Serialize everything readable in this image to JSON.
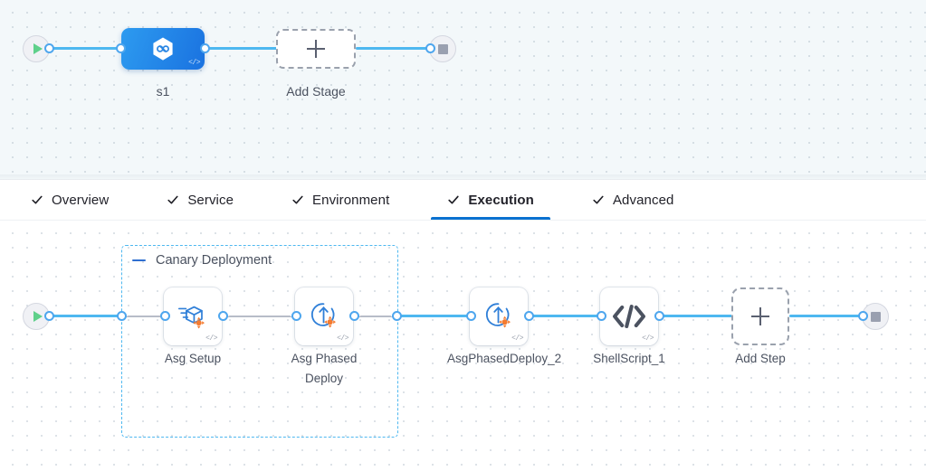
{
  "colors": {
    "accent_blue": "#0a71d0",
    "link_blue": "#4eb8f0",
    "port_blue": "#4ea6ee",
    "group_border": "#4eb8f0",
    "stage_gradient_from": "#2d9bf0",
    "stage_gradient_to": "#1a72e0",
    "icon_orange": "#f47b30",
    "icon_blue": "#2f7fd8",
    "code_icon_gray": "#5a6070",
    "start_play_green": "#5fd08a",
    "end_stop_gray": "#9aa0b0",
    "canvas_top_bg": "#f3f8fa",
    "canvas_bottom_bg": "#ffffff",
    "label_text": "#4b5260"
  },
  "stage_canvas": {
    "start_node": {
      "icon": "play-icon",
      "label": ""
    },
    "stage": {
      "label": "s1",
      "icon": "harness-hexagon-icon",
      "badge": "</>"
    },
    "add_stage": {
      "label": "Add Stage",
      "icon": "plus-icon"
    },
    "end_node": {
      "icon": "stop-square-icon"
    }
  },
  "tabs": {
    "items": [
      {
        "label": "Overview",
        "checked": true,
        "active": false
      },
      {
        "label": "Service",
        "checked": true,
        "active": false
      },
      {
        "label": "Environment",
        "checked": true,
        "active": false
      },
      {
        "label": "Execution",
        "checked": true,
        "active": true
      },
      {
        "label": "Advanced",
        "checked": true,
        "active": false
      }
    ]
  },
  "execution_canvas": {
    "start_node": {
      "icon": "play-icon"
    },
    "group": {
      "title": "Canary Deployment",
      "collapse_icon": "minus-icon"
    },
    "steps": [
      {
        "label": "Asg Setup",
        "icon": "asg-setup-icon",
        "badge": "</>"
      },
      {
        "label": "Asg Phased Deploy",
        "icon": "asg-phased-deploy-icon",
        "badge": "</>"
      },
      {
        "label": "AsgPhasedDeploy_2",
        "icon": "asg-phased-deploy-icon",
        "badge": "</>"
      },
      {
        "label": "ShellScript_1",
        "icon": "shell-script-icon",
        "badge": "</>"
      }
    ],
    "add_step": {
      "label": "Add Step",
      "icon": "plus-icon"
    },
    "end_node": {
      "icon": "stop-square-icon"
    }
  }
}
